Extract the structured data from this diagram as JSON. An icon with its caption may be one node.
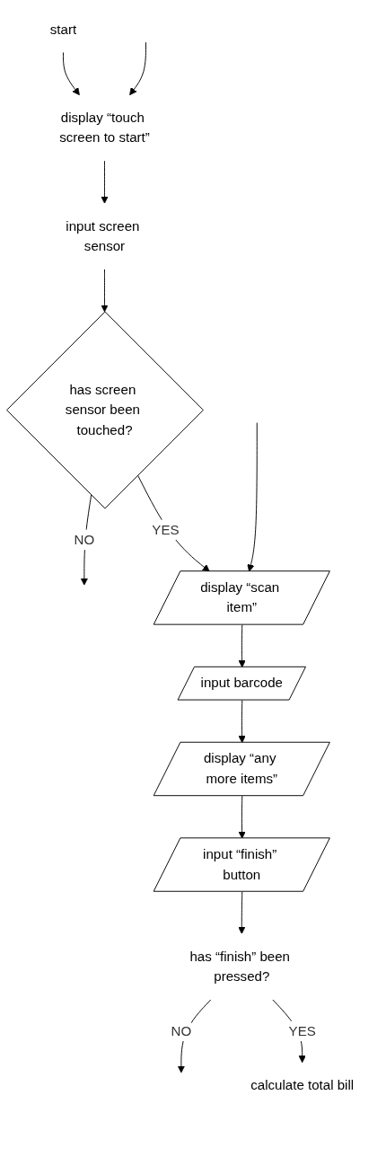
{
  "diagram": {
    "nodes": [
      {
        "text": [
          "start"
        ]
      },
      {
        "text": [
          "display “touch screen to start”"
        ]
      },
      {
        "text": [
          "input screen sensor"
        ]
      },
      {
        "text": [
          "has screen sensor been touched?"
        ]
      },
      {
        "text": [
          "display “scan item”"
        ]
      },
      {
        "text": [
          "input barcode"
        ]
      },
      {
        "text": [
          "display “any more items”"
        ]
      },
      {
        "text": [
          "input “finish” button"
        ]
      },
      {
        "text": [
          "has “finish” been pressed?"
        ]
      },
      {
        "text": [
          "calculate total bill"
        ]
      }
    ],
    "edges": [
      {
        "from": 0,
        "to": 1,
        "arrow": "to"
      },
      {
        "from": null,
        "to": 1,
        "arrow": "to"
      },
      {
        "from": 1,
        "to": 2,
        "arrow": "to"
      },
      {
        "from": 2,
        "to": 3,
        "arrow": "to"
      },
      {
        "from": 3,
        "to": null,
        "arrow": "to",
        "label": "NO"
      },
      {
        "from": 3,
        "to": 4,
        "arrow": "to",
        "label": "YES"
      },
      {
        "from": null,
        "to": 4,
        "arrow": "to"
      },
      {
        "from": 4,
        "to": 5,
        "arrow": "to"
      },
      {
        "from": 5,
        "to": 6,
        "arrow": "to"
      },
      {
        "from": 6,
        "to": 7,
        "arrow": "to"
      },
      {
        "from": 7,
        "to": 8,
        "arrow": "to"
      },
      {
        "from": 8,
        "to": null,
        "arrow": "to",
        "label": "NO"
      },
      {
        "from": 8,
        "to": 9,
        "arrow": "to",
        "label": "YES"
      }
    ]
  }
}
